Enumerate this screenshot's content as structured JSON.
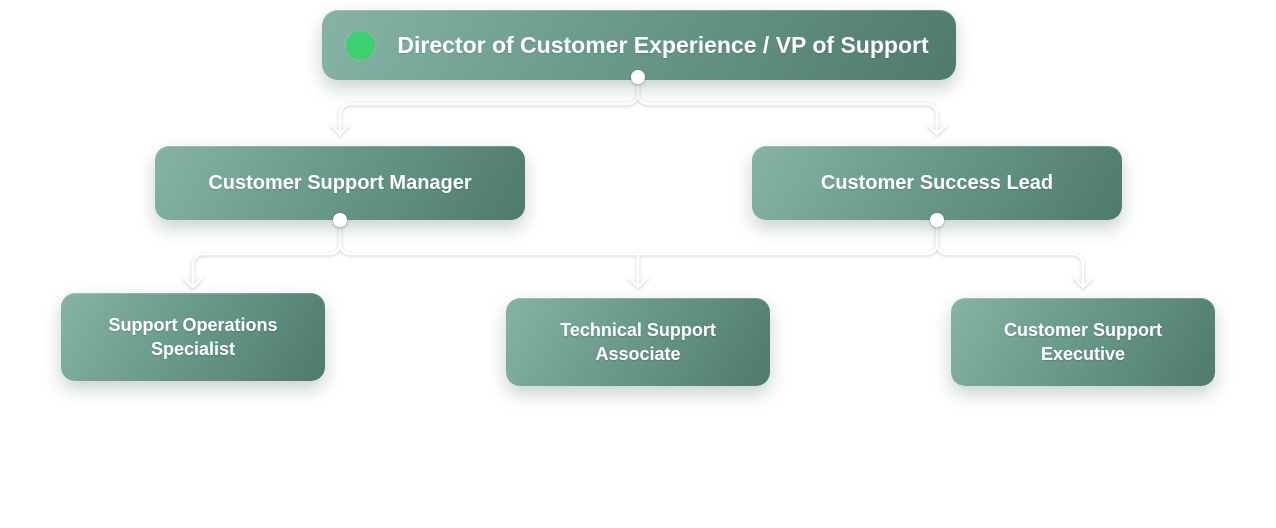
{
  "diagram": {
    "type": "org-chart",
    "nodes": {
      "director": "Director of Customer Experience / VP of Support",
      "support_manager": "Customer Support Manager",
      "success_lead": "Customer Success Lead",
      "operations_specialist": "Support Operations Specialist",
      "technical_associate": "Technical Support Associate",
      "support_executive": "Customer Support Executive"
    },
    "edges": [
      [
        "director",
        "support_manager"
      ],
      [
        "director",
        "success_lead"
      ],
      [
        "support_manager",
        "operations_specialist"
      ],
      [
        "support_manager",
        "technical_associate"
      ],
      [
        "success_lead",
        "technical_associate"
      ],
      [
        "success_lead",
        "support_executive"
      ]
    ],
    "colors": {
      "node_gradient_light": "#86b3a6",
      "node_gradient_dark": "#4f7a6c",
      "status_dot": "#3ecf6e",
      "connector": "#ffffff"
    },
    "icons": {
      "status": "status-dot-icon"
    }
  }
}
